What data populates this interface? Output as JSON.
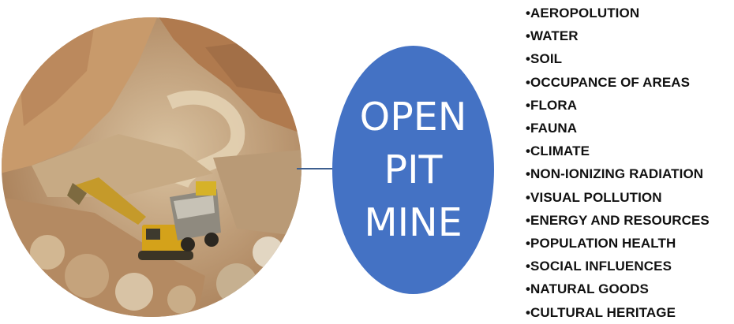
{
  "photo": {
    "subject": "open-pit-mine-photo",
    "colors": {
      "rock": "#c9a27a",
      "sky_rock": "#b3865e",
      "dust": "#d8c3a5",
      "machine": "#d4a21a"
    }
  },
  "center_node": {
    "lines": [
      "OPEN",
      "PIT",
      "MINE"
    ],
    "fill": "#4472c4",
    "text_color": "#ffffff"
  },
  "connector_color": "#3e5f8f",
  "impacts": [
    "•AEROPOLUTION",
    "•WATER",
    "•SOIL",
    "•OCCUPANCE OF AREAS",
    "•FLORA",
    "•FAUNA",
    "•CLIMATE",
    "•NON-IONIZING RADIATION",
    "•VISUAL POLLUTION",
    "•ENERGY AND RESOURCES",
    "•POPULATION HEALTH",
    "•SOCIAL INFLUENCES",
    "•NATURAL GOODS",
    "•CULTURAL HERITAGE"
  ]
}
